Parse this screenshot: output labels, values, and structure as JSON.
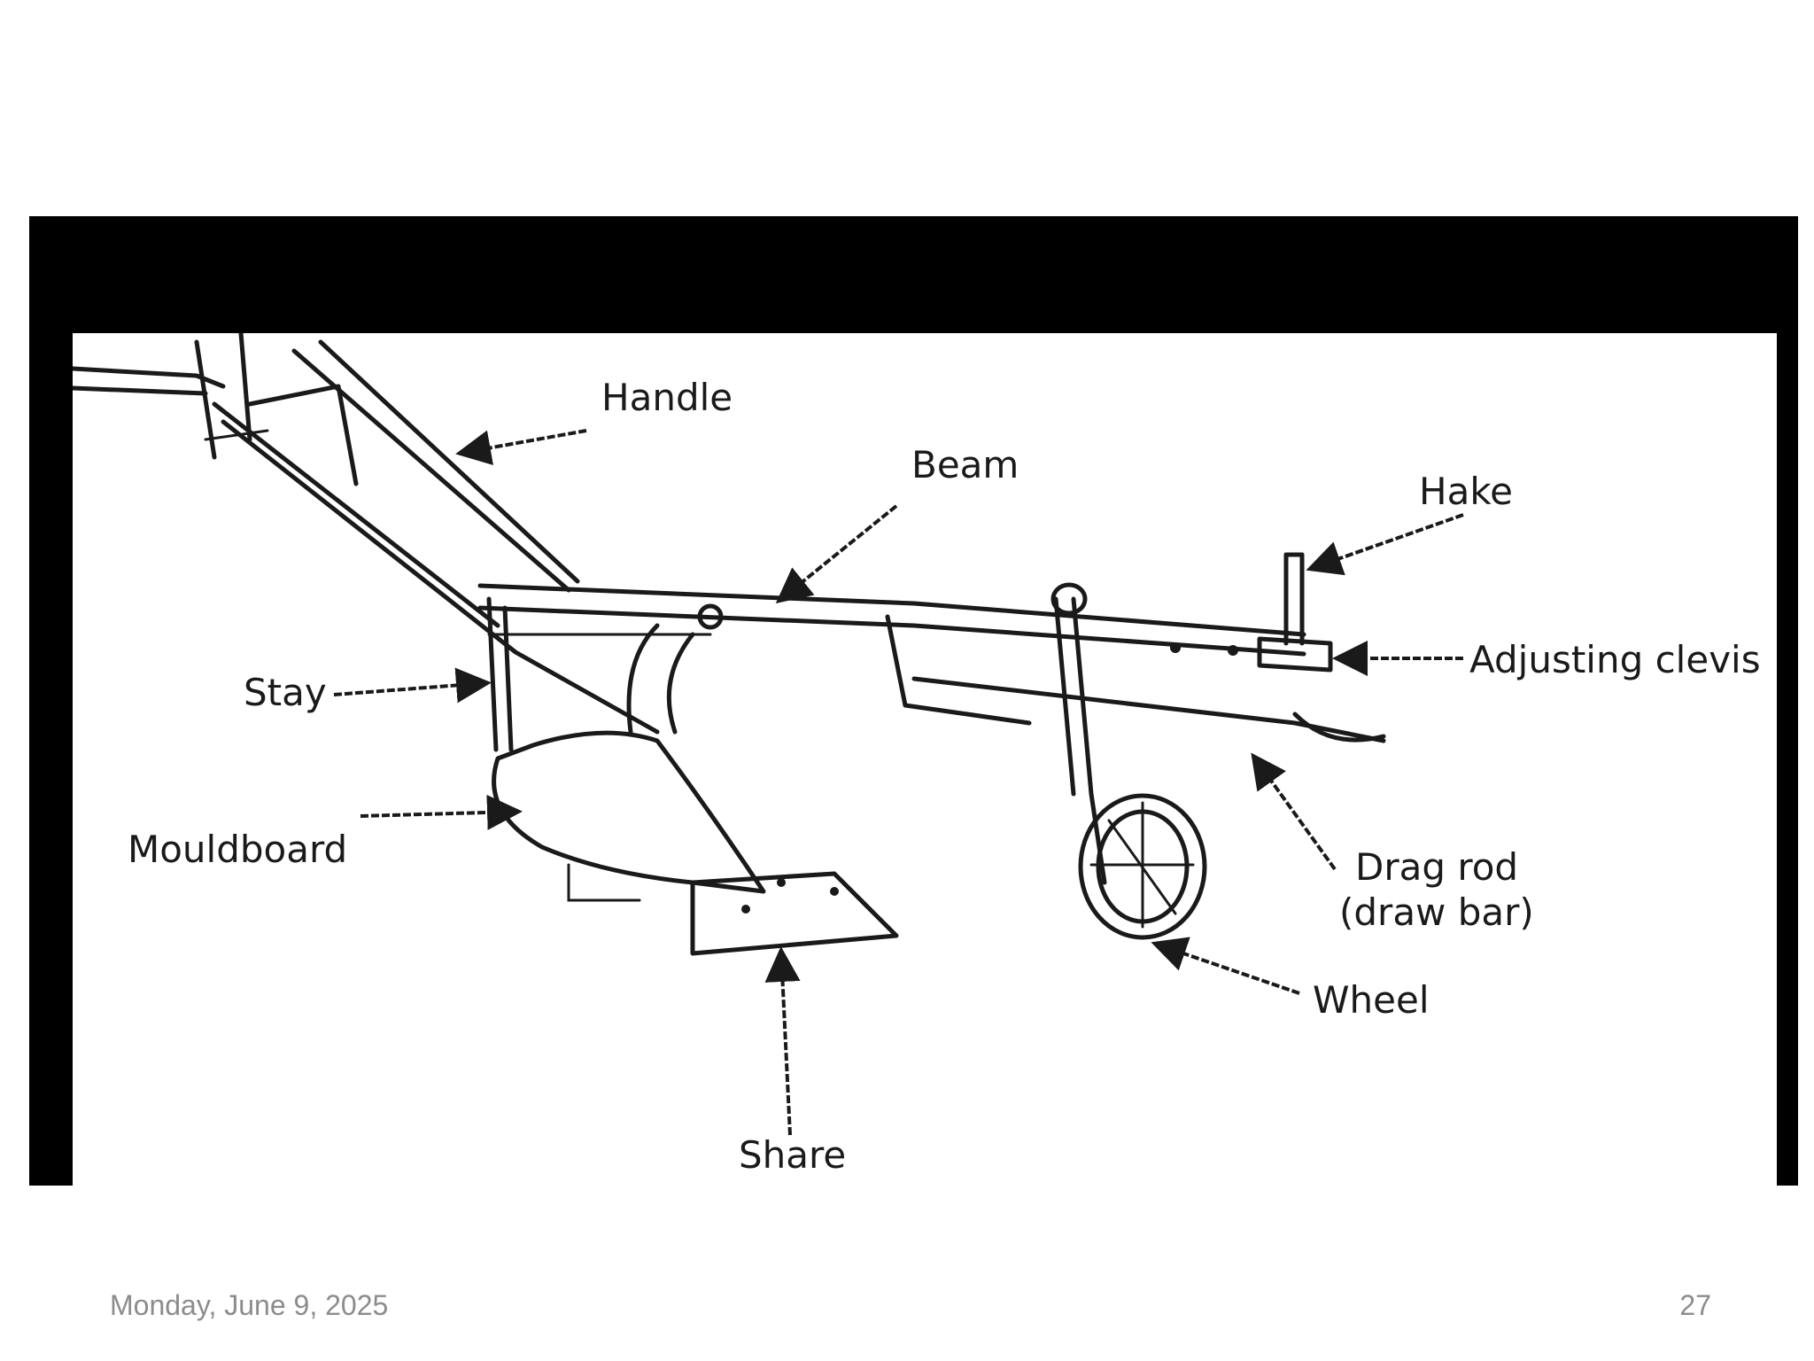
{
  "diagram": {
    "labels": {
      "handle": "Handle",
      "beam": "Beam",
      "hake": "Hake",
      "adjusting_clevis": "Adjusting clevis",
      "stay": "Stay",
      "mouldboard": "Mouldboard",
      "drag_rod_line1": "Drag rod",
      "drag_rod_line2": "(draw bar)",
      "wheel": "Wheel",
      "share": "Share"
    }
  },
  "footer": {
    "date": "Monday, June 9, 2025",
    "page_number": "27"
  }
}
